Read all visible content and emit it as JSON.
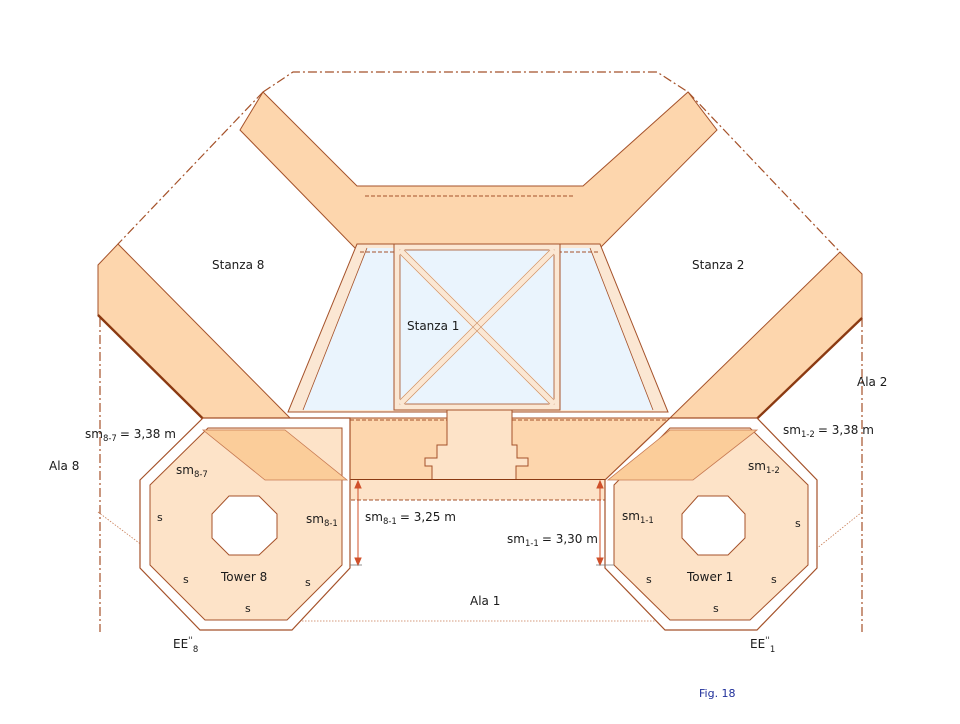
{
  "figure": {
    "caption": "Fig. 18",
    "colors": {
      "wall_fill": "#fdd6ad",
      "wall_dark_fill": "#fbcd9a",
      "tower_fill": "#fde3c8",
      "pale_fill": "#fbe7d3",
      "glass_fill": "#eaf4fd",
      "stroke": "#a5522a",
      "stroke_dark": "#8b3a12",
      "dim_arrow": "#d0502a",
      "caption_color": "#1f2f9a"
    }
  },
  "rooms": {
    "stanza_1": "Stanza 1",
    "stanza_2": "Stanza 2",
    "stanza_8": "Stanza 8"
  },
  "wings": {
    "ala_1": "Ala 1",
    "ala_2": "Ala 2",
    "ala_8": "Ala 8"
  },
  "towers": {
    "tower_1": {
      "name": "Tower 1",
      "sm_1_1": {
        "base": "sm",
        "sub": "1-1"
      },
      "sm_1_2": {
        "base": "sm",
        "sub": "1-2"
      },
      "side_labels": [
        "s",
        "s",
        "s",
        "s"
      ],
      "ee": {
        "base": "EE",
        "mark": "''",
        "sub": "1"
      }
    },
    "tower_8": {
      "name": "Tower 8",
      "sm_8_1": {
        "base": "sm",
        "sub": "8-1"
      },
      "sm_8_7": {
        "base": "sm",
        "sub": "8-7"
      },
      "side_labels": [
        "s",
        "s",
        "s",
        "s"
      ],
      "ee": {
        "base": "EE",
        "mark": "''",
        "sub": "8"
      }
    }
  },
  "dimensions": {
    "sm_8_7": {
      "base": "sm",
      "sub": "8-7",
      "value": "= 3,38 m"
    },
    "sm_1_2": {
      "base": "sm",
      "sub": "1-2",
      "value": "= 3,38 m"
    },
    "sm_8_1": {
      "base": "sm",
      "sub": "8-1",
      "value": "= 3,25 m"
    },
    "sm_1_1": {
      "base": "sm",
      "sub": "1-1",
      "value": "= 3,30 m"
    }
  }
}
